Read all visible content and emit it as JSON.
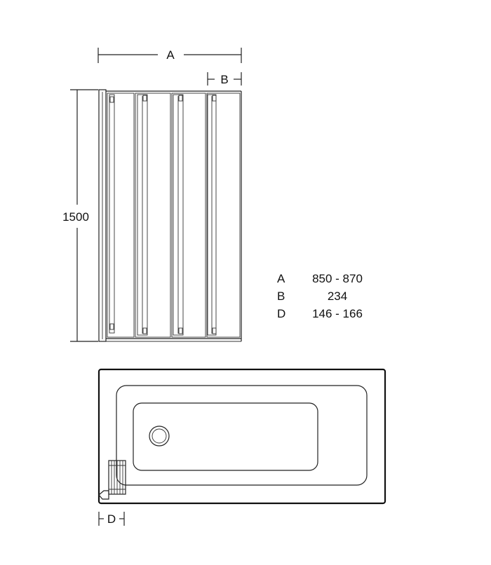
{
  "dimensions": {
    "width_label": "A",
    "panel_label": "B",
    "height_label": "1500",
    "offset_label": "D"
  },
  "legend": [
    {
      "key": "A",
      "value": "850 - 870"
    },
    {
      "key": "B",
      "value": "234"
    },
    {
      "key": "D",
      "value": "146 - 166"
    }
  ],
  "colors": {
    "line": "#222222",
    "background": "#ffffff"
  }
}
